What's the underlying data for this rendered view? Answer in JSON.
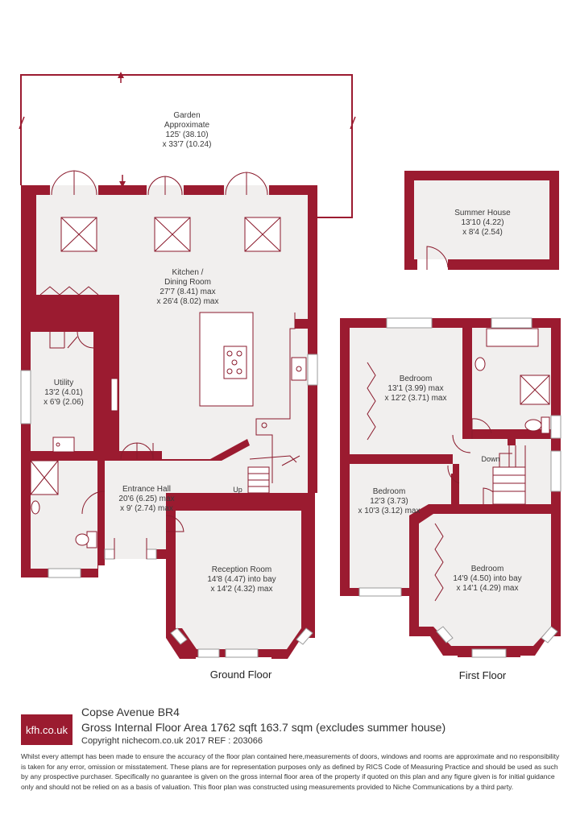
{
  "rooms": {
    "garden": {
      "name": "Garden",
      "sub": "Approximate",
      "dim1": "125' (38.10)",
      "dim2": "x 33'7 (10.24)"
    },
    "summer_house": {
      "name": "Summer House",
      "dim1": "13'10 (4.22)",
      "dim2": "x 8'4 (2.54)"
    },
    "kitchen": {
      "name": "Kitchen /",
      "name2": "Dining Room",
      "dim1": "27'7 (8.41) max",
      "dim2": "x 26'4 (8.02) max"
    },
    "utility": {
      "name": "Utility",
      "dim1": "13'2 (4.01)",
      "dim2": "x 6'9 (2.06)"
    },
    "entrance": {
      "name": "Entrance Hall",
      "dim1": "20'6 (6.25) max",
      "dim2": "x 9' (2.74) max"
    },
    "reception": {
      "name": "Reception Room",
      "dim1": "14'8 (4.47) into bay",
      "dim2": "x 14'2 (4.32) max"
    },
    "bedroom1": {
      "name": "Bedroom",
      "dim1": "13'1 (3.99) max",
      "dim2": "x 12'2 (3.71) max"
    },
    "bedroom2": {
      "name": "Bedroom",
      "dim1": "12'3 (3.73)",
      "dim2": "x 10'3 (3.12) max"
    },
    "bedroom3": {
      "name": "Bedroom",
      "dim1": "14'9 (4.50) into bay",
      "dim2": "x 14'1 (4.29) max"
    }
  },
  "stairs": {
    "up": "Up",
    "down": "Down"
  },
  "floors": {
    "ground": "Ground Floor",
    "first": "First Floor"
  },
  "brand": {
    "logo": "kfh.co.uk",
    "color": "#9b1b30"
  },
  "property": {
    "title": "Copse Avenue BR4",
    "area": "Gross Internal Floor Area 1762 sqft 163.7 sqm (excludes summer house)",
    "copyright": "Copyright nichecom.co.uk 2017 REF : 203066"
  },
  "disclaimer": "Whilst every attempt has been made to ensure the accuracy of the floor plan contained here,measurements of doors, windows and rooms are approximate and no responsibility is taken for any error, omission or misstatement.  These plans are for representation purposes only as defined by RICS Code of Measuring Practice and should be used as such by any prospective purchaser.  Specifically no guarantee is given on the gross internal floor area of the property if quoted on this plan and any figure given is for initial guidance only and should not be relied on as a basis of valuation. This floor plan was constructed using measurements provided to Niche Communications by a third party."
}
